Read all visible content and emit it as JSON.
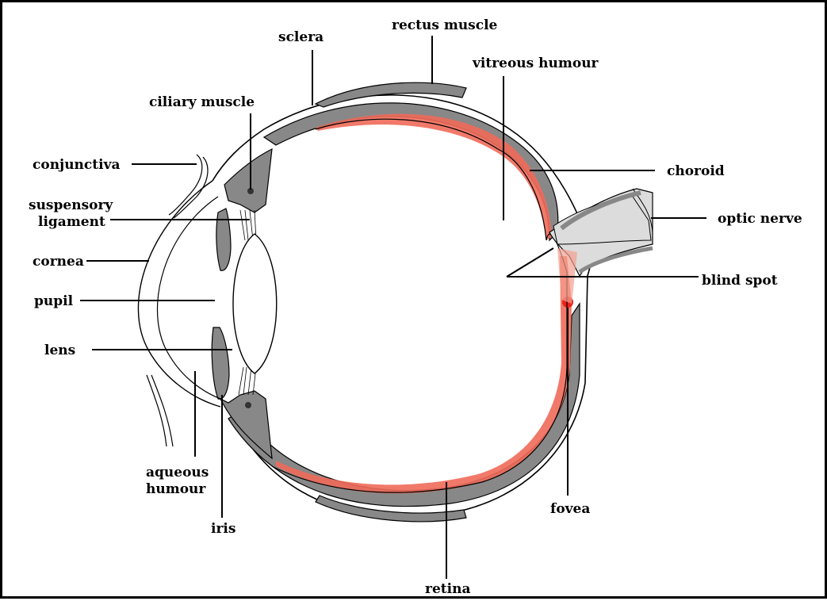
{
  "labels": {
    "sclera": "sclera",
    "rectus_muscle": "rectus muscle",
    "vitreous_humour": "vitreous humour",
    "ciliary_muscle": "ciliary muscle",
    "conjunctiva": "conjunctiva",
    "choroid": "choroid",
    "suspensory_1": "suspensory",
    "suspensory_2": "ligament",
    "optic_nerve": "optic nerve",
    "cornea": "cornea",
    "blind_spot": "blind spot",
    "pupil": "pupil",
    "lens": "lens",
    "aqueous_1": "aqueous",
    "aqueous_2": "humour",
    "iris": "iris",
    "fovea": "fovea",
    "retina": "retina"
  },
  "colors": {
    "tissue_gray": "#888888",
    "retina_red": "#f06a5a",
    "optic_light": "#dcdcdc",
    "line": "#000000"
  }
}
